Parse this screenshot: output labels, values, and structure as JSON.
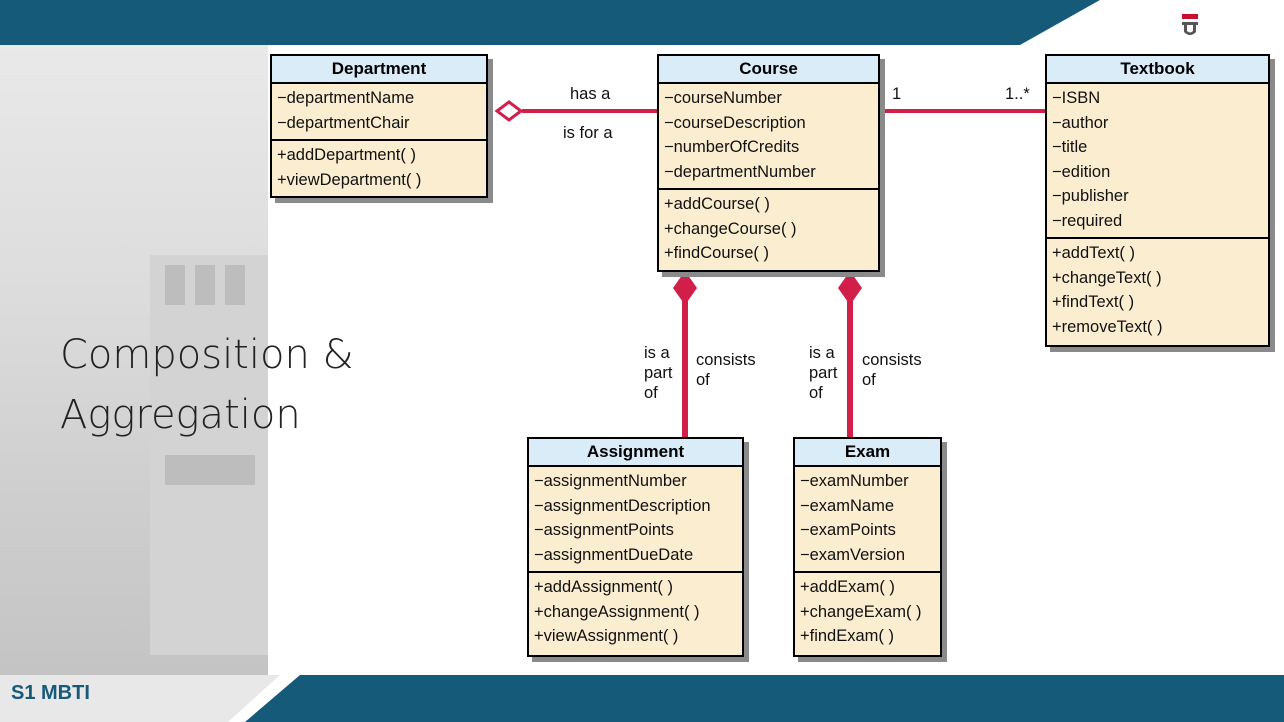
{
  "slide": {
    "title_line1": "Composition &",
    "title_line2": "Aggregation",
    "footer": "S1 MBTI",
    "colors": {
      "band": "#165a7a",
      "relation_line": "#d21f4a",
      "class_fill": "#fbedcf",
      "class_header": "#d9ecf8"
    }
  },
  "classes": {
    "department": {
      "name": "Department",
      "attributes": [
        "−departmentName",
        "−departmentChair"
      ],
      "operations": [
        "+addDepartment( )",
        "+viewDepartment( )"
      ]
    },
    "course": {
      "name": "Course",
      "attributes": [
        "−courseNumber",
        "−courseDescription",
        "−numberOfCredits",
        "−departmentNumber"
      ],
      "operations": [
        "+addCourse( )",
        "+changeCourse( )",
        "+findCourse( )"
      ]
    },
    "textbook": {
      "name": "Textbook",
      "attributes": [
        "−ISBN",
        "−author",
        "−title",
        "−edition",
        "−publisher",
        "−required"
      ],
      "operations": [
        "+addText( )",
        "+changeText( )",
        "+findText( )",
        "+removeText( )"
      ]
    },
    "assignment": {
      "name": "Assignment",
      "attributes": [
        "−assignmentNumber",
        "−assignmentDescription",
        "−assignmentPoints",
        "−assignmentDueDate"
      ],
      "operations": [
        "+addAssignment( )",
        "+changeAssignment( )",
        "+viewAssignment( )"
      ]
    },
    "exam": {
      "name": "Exam",
      "attributes": [
        "−examNumber",
        "−examName",
        "−examPoints",
        "−examVersion"
      ],
      "operations": [
        "+addExam( )",
        "+changeExam( )",
        "+findExam( )"
      ]
    }
  },
  "relations": {
    "dept_course": {
      "top": "has a",
      "bottom": "is for a",
      "type": "aggregation"
    },
    "course_textbook": {
      "left_mult": "1",
      "right_mult": "1..*",
      "type": "association"
    },
    "course_assignment": {
      "left": [
        "is a",
        "part",
        "of"
      ],
      "right": [
        "consists",
        "of"
      ],
      "type": "composition"
    },
    "course_exam": {
      "left": [
        "is a",
        "part",
        "of"
      ],
      "right": [
        "consists",
        "of"
      ],
      "type": "composition"
    }
  }
}
